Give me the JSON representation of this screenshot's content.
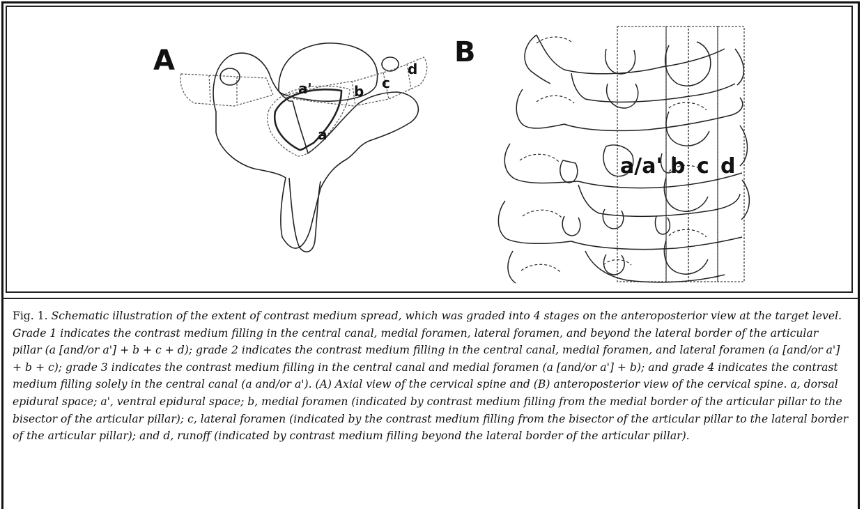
{
  "figure": {
    "panel_a": {
      "label": "A",
      "regions": [
        "a'",
        "a",
        "b",
        "c",
        "d"
      ]
    },
    "panel_b": {
      "label": "B",
      "columns": [
        "a/a'",
        "b",
        "c",
        "d"
      ]
    },
    "caption": {
      "lead": "Fig. 1.",
      "text": "Schematic illustration of the extent of contrast medium spread, which was graded into 4 stages on the anteroposterior view at the target level. Grade 1 indicates the contrast medium filling in the central canal, medial foramen, lateral foramen, and beyond the lateral border of the articular pillar (a [and/or a'] + b + c + d); grade 2 indicates the contrast medium filling in the central canal, medial foramen, and lateral foramen (a [and/or a'] + b + c); grade 3 indicates the contrast medium filling in the central canal and medial foramen (a [and/or a'] + b); and grade 4 indicates the contrast medium filling solely in the central canal (a and/or a'). (A) Axial view of the cervical spine and (B) anteroposterior view of the cervical spine. a, dorsal epidural space; a', ventral epidural space; b, medial foramen (indicated by contrast medium filling from the medial border of the articular pillar to the bisector of the articular pillar); c, lateral foramen (indicated by the contrast medium filling from the bisector of the articular pillar to the lateral border of the articular pillar); and d, runoff (indicated by contrast medium filling beyond the lateral border of the articular pillar)."
    }
  }
}
